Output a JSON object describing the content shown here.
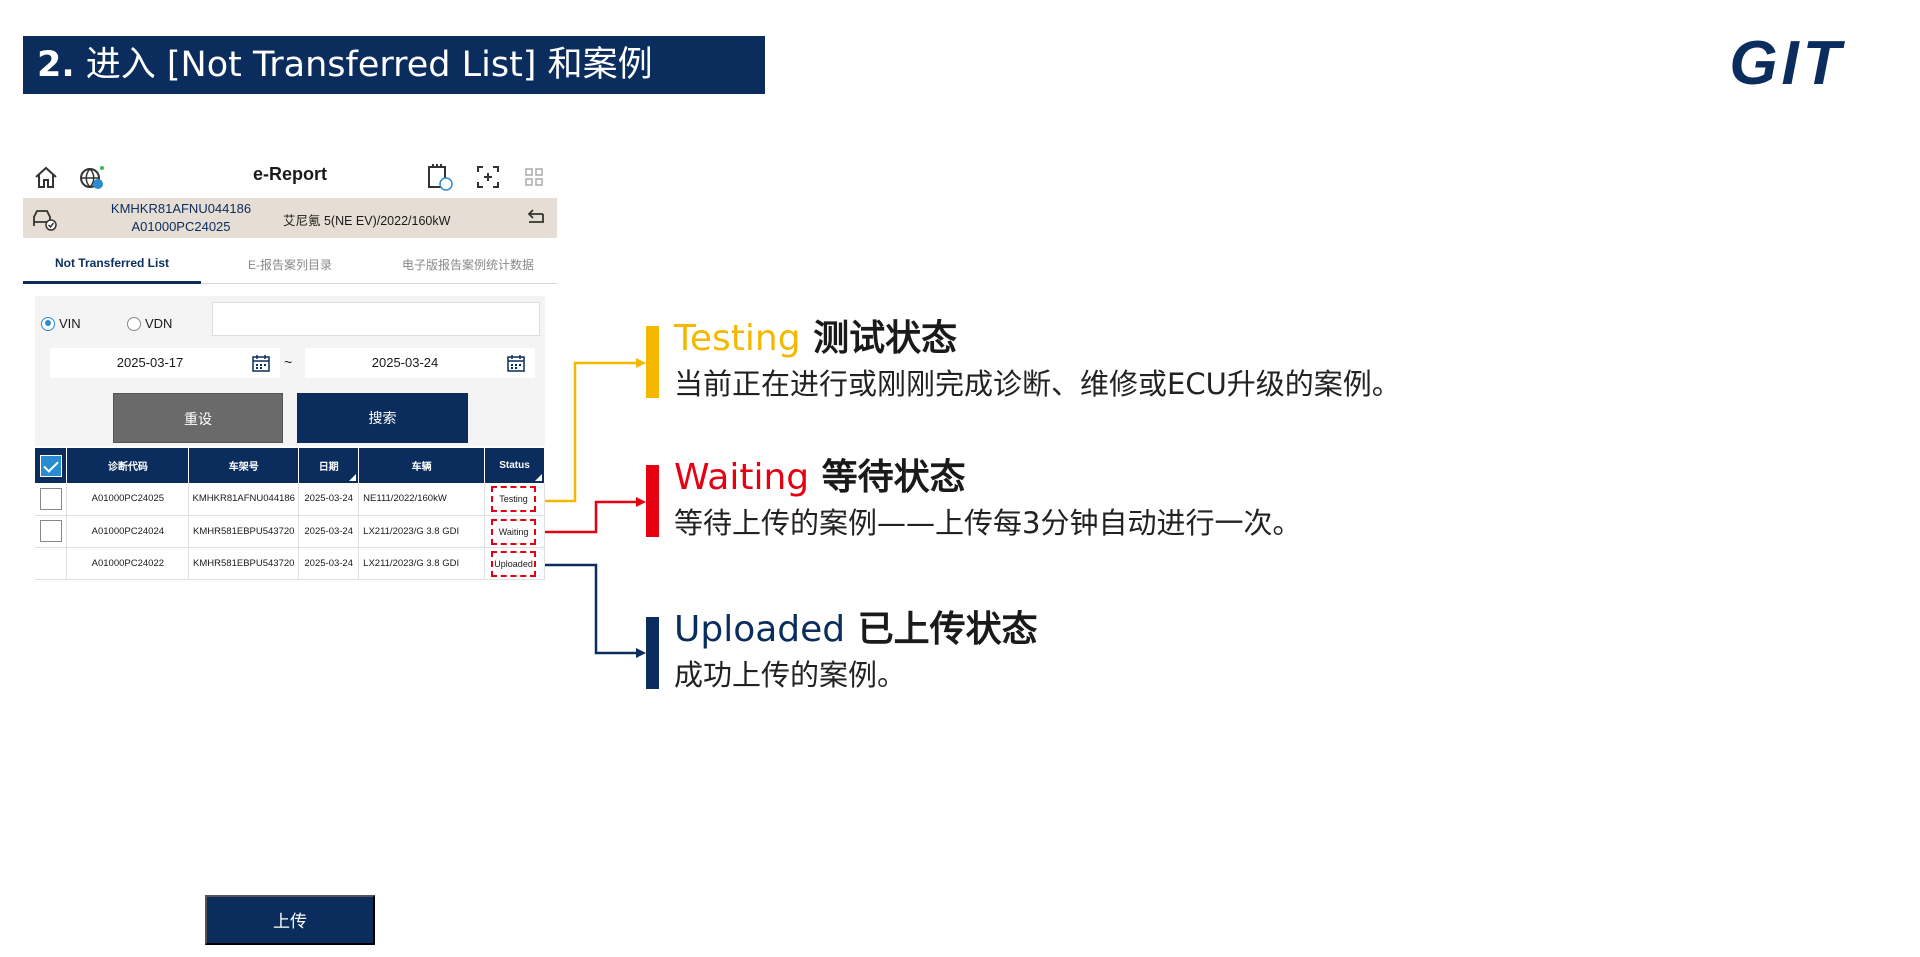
{
  "slide": {
    "title_num": "2.",
    "title_text": " 进入 [Not Transferred List] 和案例",
    "logo_text": "GIT"
  },
  "app": {
    "title": "e-Report",
    "vehicle": {
      "vin": "KMHKR81AFNU044186",
      "case": "A01000PC24025",
      "model": "艾尼氪 5(NE EV)/2022/160kW"
    },
    "tabs": [
      {
        "label": "Not Transferred List"
      },
      {
        "label": "E-报告案列目录"
      },
      {
        "label": "电子版报告案例统计数据"
      }
    ],
    "search": {
      "radio_vin": "VIN",
      "radio_vdn": "VDN",
      "vin_value": "",
      "date_from": "2025-03-17",
      "tilde": "~",
      "date_to": "2025-03-24",
      "reset_label": "重设",
      "search_label": "搜索"
    },
    "table": {
      "headers": [
        "诊断代码",
        "车架号",
        "日期",
        "车辆",
        "Status"
      ],
      "rows": [
        {
          "code": "A01000PC24025",
          "vin": "KMHKR81AFNU044186",
          "date": "2025-03-24",
          "vehicle": "NE111/2022/160kW",
          "status": "Testing"
        },
        {
          "code": "A01000PC24024",
          "vin": "KMHR581EBPU543720",
          "date": "2025-03-24",
          "vehicle": "LX211/2023/G 3.8 GDI",
          "status": "Waiting"
        },
        {
          "code": "A01000PC24022",
          "vin": "KMHR581EBPU543720",
          "date": "2025-03-24",
          "vehicle": "LX211/2023/G 3.8 GDI",
          "status": "Uploaded"
        }
      ]
    },
    "upload_label": "上传"
  },
  "legend": {
    "testing": {
      "word": "Testing",
      "rest": " 测试状态",
      "desc": "当前正在进行或刚刚完成诊断、维修或ECU升级的案例。",
      "color": "#f5b800"
    },
    "waiting": {
      "word": "Waiting",
      "rest": " 等待状态",
      "desc": "等待上传的案例——上传每3分钟自动进行一次。",
      "color": "#e60012"
    },
    "uploaded": {
      "word": "Uploaded",
      "rest": " 已上传状态",
      "desc": "成功上传的案例。",
      "color": "#0b2d5e"
    }
  }
}
